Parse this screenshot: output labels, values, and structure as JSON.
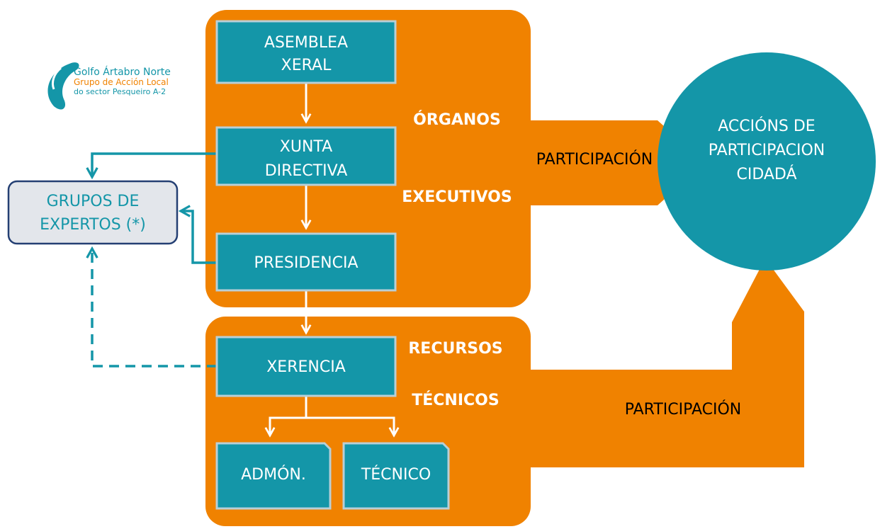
{
  "logo": {
    "line1": "Golfo Ártabro Norte",
    "line2": "Grupo de Acción Local",
    "line3": "do sector Pesqueiro A-2"
  },
  "boxes": {
    "asamblea_line1": "ASEMBLEA",
    "asamblea_line2": "XERAL",
    "xunta_line1": "XUNTA",
    "xunta_line2": "DIRECTIVA",
    "presidencia": "PRESIDENCIA",
    "xerencia": "XERENCIA",
    "admon": "ADMÓN.",
    "tecnico": "TÉCNICO",
    "grupos_line1": "GRUPOS DE",
    "grupos_line2": "EXPERTOS (*)"
  },
  "sections": {
    "organos_line1": "ÓRGANOS",
    "organos_line2": "EXECUTIVOS",
    "recursos_line1": "RECURSOS",
    "recursos_line2": "TÉCNICOS"
  },
  "arrows": {
    "participacion_top": "PARTICIPACIÓN",
    "participacion_bottom": "PARTICIPACIÓN"
  },
  "circle": {
    "line1": "ACCIÓNS DE",
    "line2": "PARTICIPACION",
    "line3": "CIDADÁ"
  },
  "colors": {
    "orange": "#F08200",
    "teal": "#1496A8",
    "teal_border": "#B9CFD6",
    "grupos_fill": "#E3E6EB",
    "grupos_border": "#243F73",
    "white": "#FFFFFF"
  }
}
